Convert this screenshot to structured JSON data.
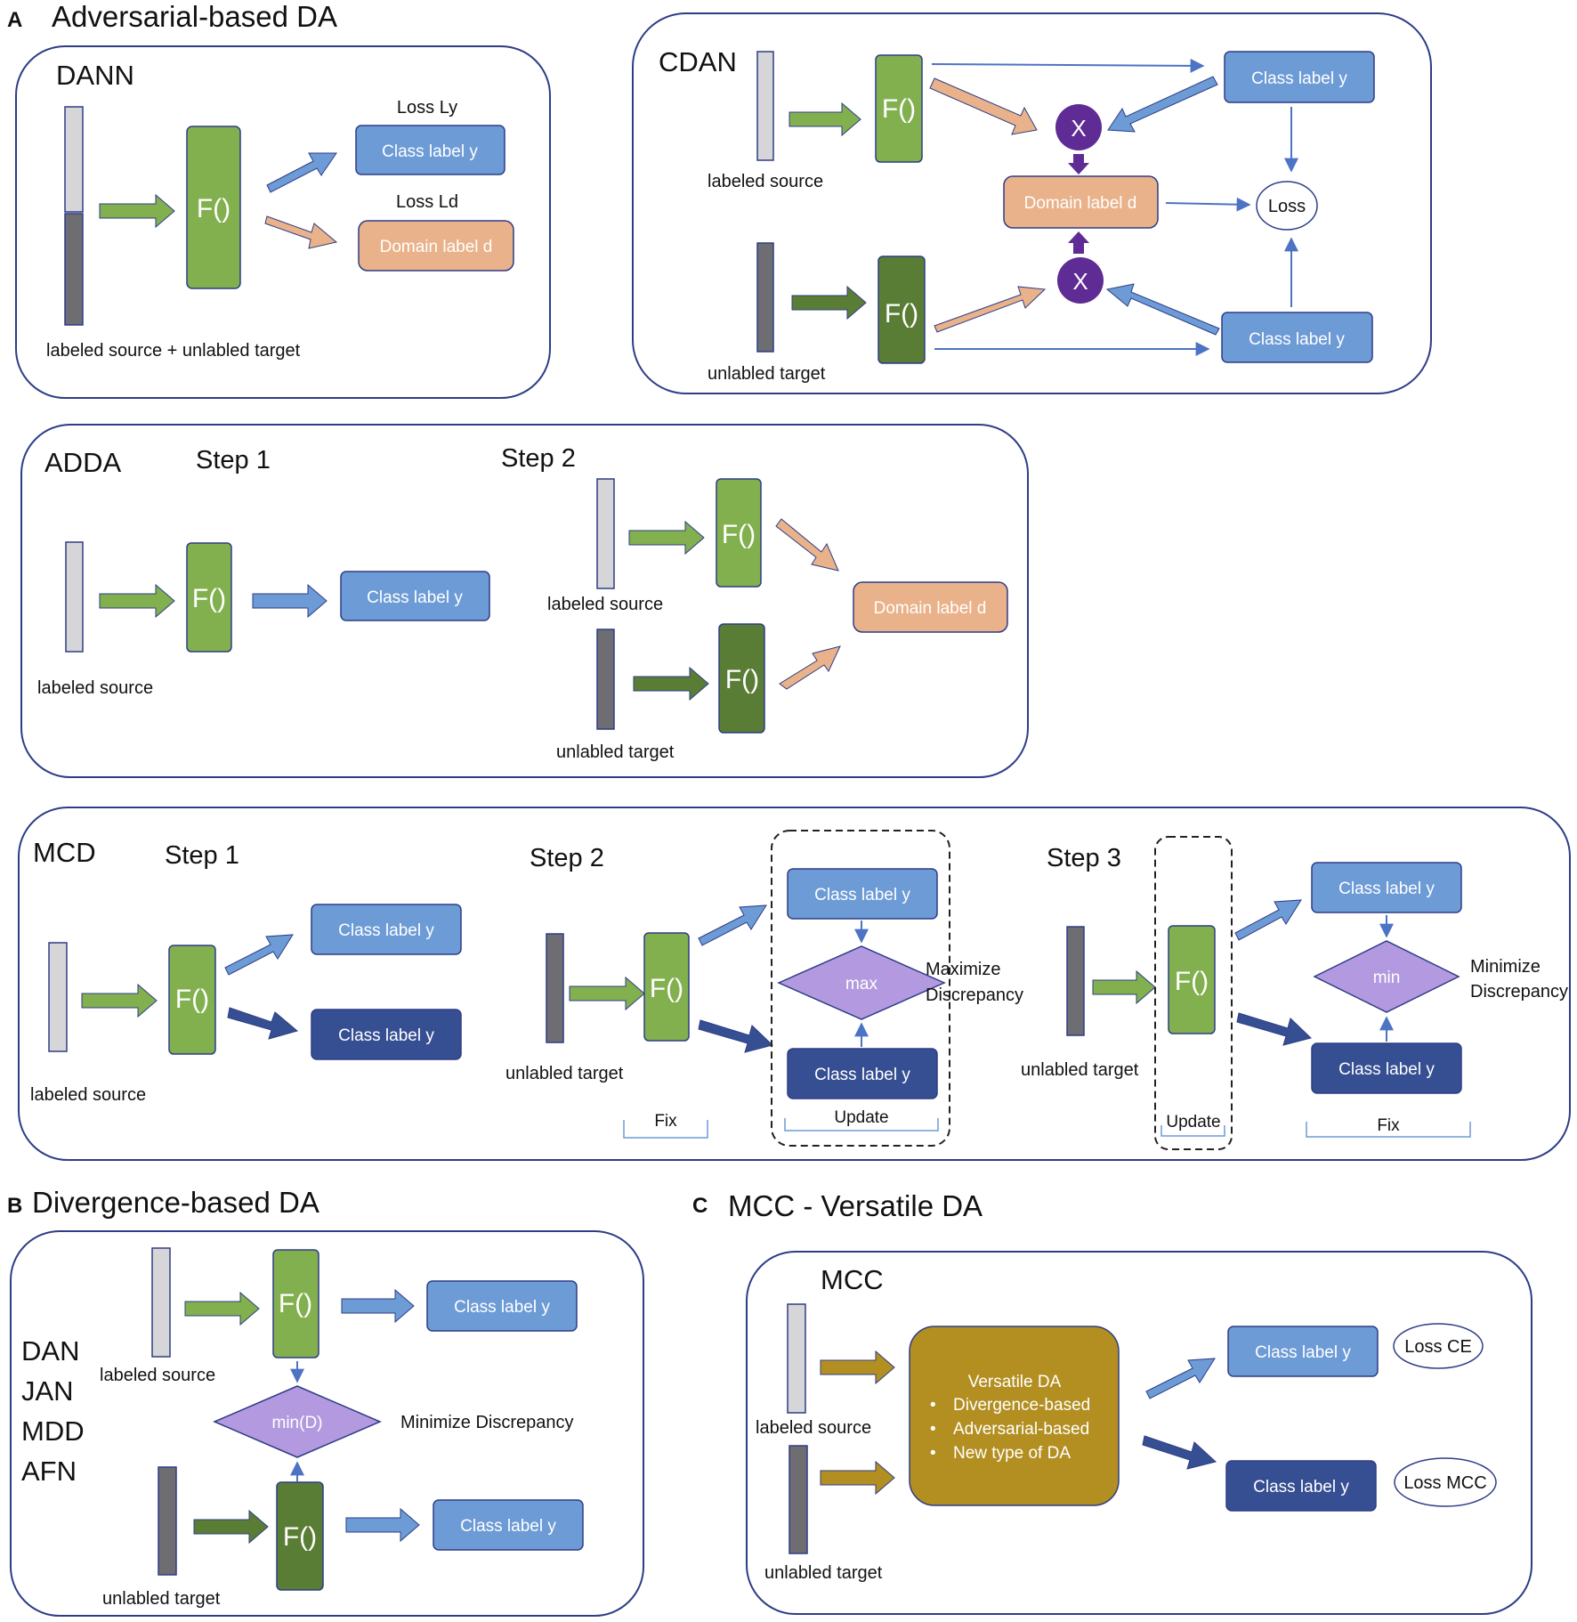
{
  "sections": {
    "a": {
      "letter": "A",
      "title": "Adversarial-based DA"
    },
    "b": {
      "letter": "B",
      "title": "Divergence-based DA"
    },
    "c": {
      "letter": "C",
      "title": "MCC - Versatile DA"
    }
  },
  "common": {
    "f": "F()",
    "class_label": "Class label y",
    "domain_label": "Domain label d",
    "labeled_source": "labeled source",
    "unlabeled_target": "unlabled target",
    "x": "X",
    "loss": "Loss"
  },
  "dann": {
    "title": "DANN",
    "loss_ly": "Loss Ly",
    "loss_ld": "Loss Ld",
    "input_label": "labeled source + unlabled target"
  },
  "cdan": {
    "title": "CDAN"
  },
  "adda": {
    "title": "ADDA",
    "step1": "Step 1",
    "step2": "Step 2"
  },
  "mcd": {
    "title": "MCD",
    "step1": "Step 1",
    "step2": "Step 2",
    "step3": "Step 3",
    "max": "max",
    "min": "min",
    "maximize_1": "Maximize",
    "maximize_2": "Discrepancy",
    "minimize_1": "Minimize",
    "minimize_2": "Discrepancy",
    "fix": "Fix",
    "update": "Update"
  },
  "divergence": {
    "methods": [
      "DAN",
      "JAN",
      "MDD",
      "AFN"
    ],
    "min_d": "min(D)",
    "minimize_discrepancy": "Minimize Discrepancy"
  },
  "mcc": {
    "title": "MCC",
    "versatile_title": "Versatile DA",
    "bullets": [
      "Divergence-based",
      "Adversarial-based",
      "New type of DA"
    ],
    "loss_ce": "Loss CE",
    "loss_mcc": "Loss MCC"
  },
  "colors": {
    "light_green": "#82b04f",
    "dark_green": "#5a7d36",
    "light_blue": "#6d9bd6",
    "dark_blue": "#364f93",
    "orange": "#e9b28a",
    "purple": "#5f2b94",
    "lavender": "#b39ae0",
    "gold": "#b38f22",
    "panel_border": "#2e3d86"
  }
}
